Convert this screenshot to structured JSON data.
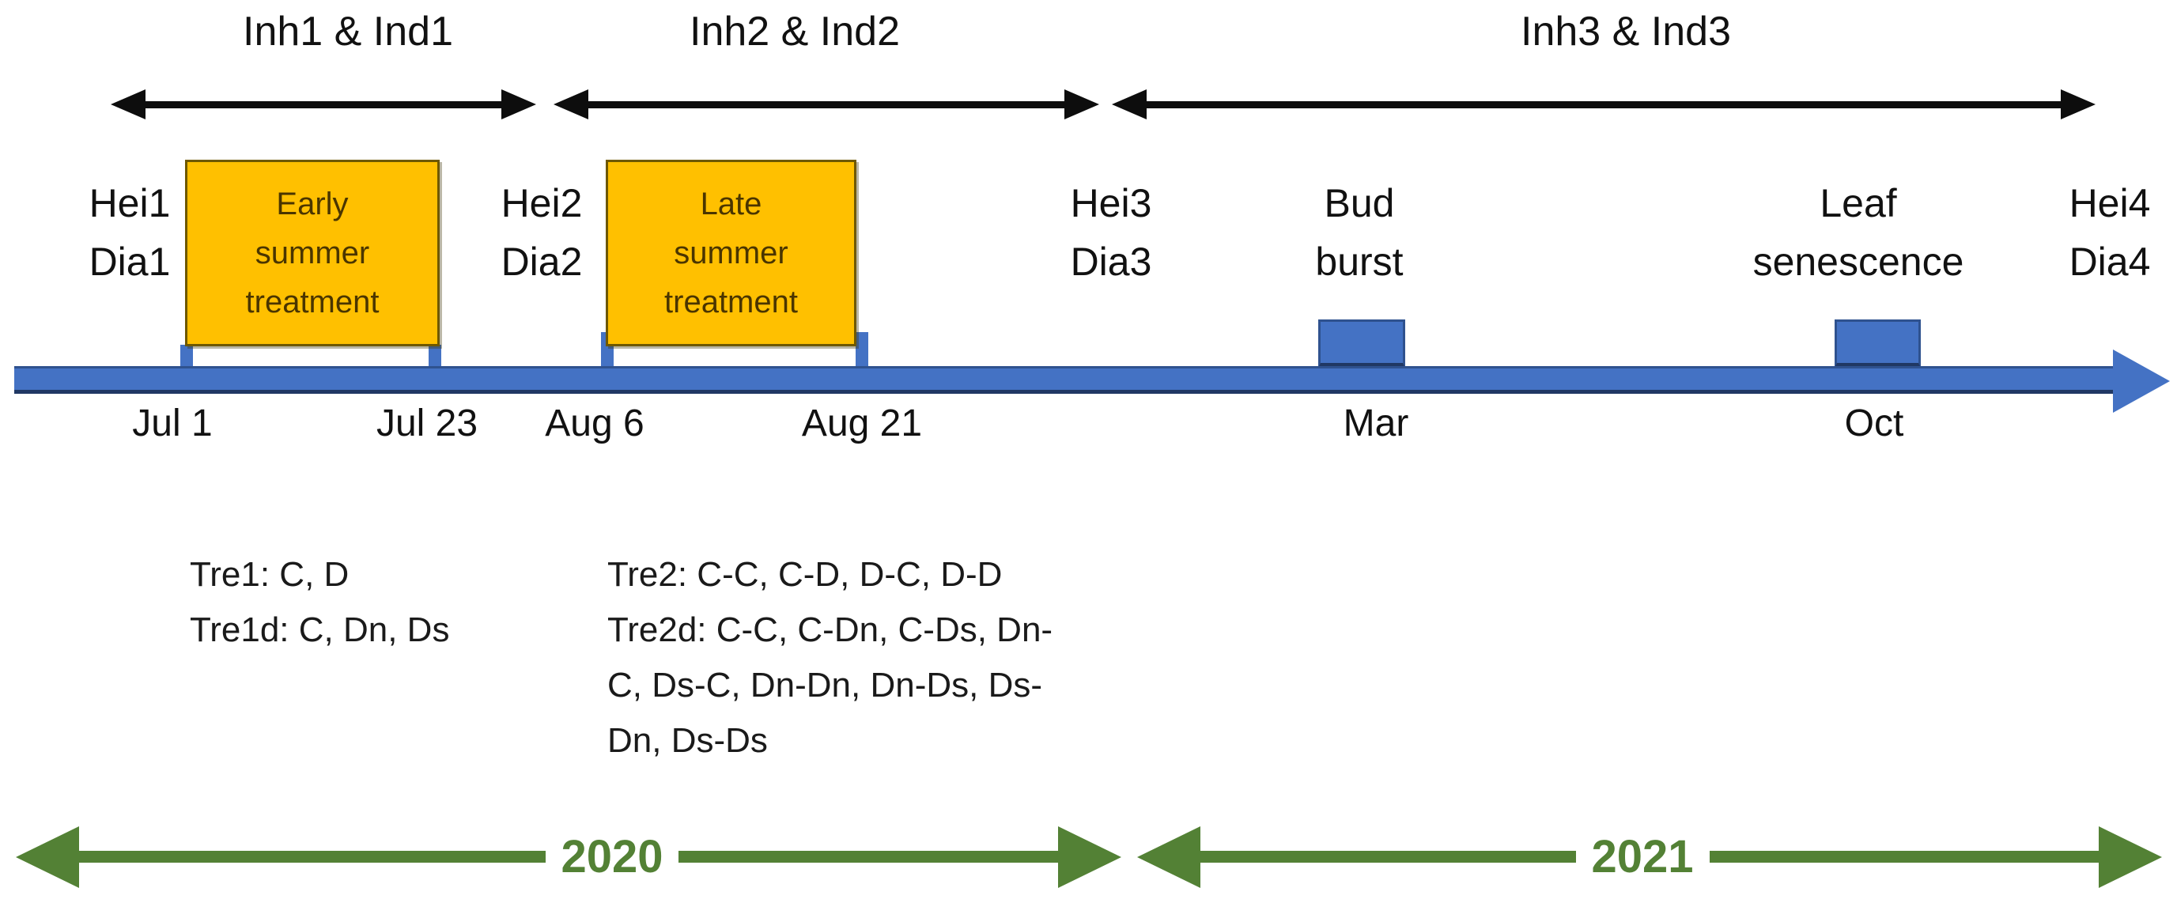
{
  "periods": [
    {
      "label": "Inh1 & Ind1"
    },
    {
      "label": "Inh2 & Ind2"
    },
    {
      "label": "Inh3 & Ind3"
    }
  ],
  "measurement_points": [
    {
      "line1": "Hei1",
      "line2": "Dia1"
    },
    {
      "line1": "Hei2",
      "line2": "Dia2"
    },
    {
      "line1": "Hei3",
      "line2": "Dia3"
    },
    {
      "line1": "Hei4",
      "line2": "Dia4"
    }
  ],
  "treatment_boxes": [
    {
      "line1": "Early",
      "line2": "summer",
      "line3": "treatment"
    },
    {
      "line1": "Late",
      "line2": "summer",
      "line3": "treatment"
    }
  ],
  "events": [
    {
      "line1": "Bud",
      "line2": "burst"
    },
    {
      "line1": "Leaf",
      "line2": "senescence"
    }
  ],
  "dates": [
    "Jul 1",
    "Jul 23",
    "Aug 6",
    "Aug 21",
    "Mar",
    "Oct"
  ],
  "treatment_codes_block1": [
    "Tre1: C, D",
    "Tre1d: C, Dn, Ds"
  ],
  "treatment_codes_block2": [
    "Tre2: C-C, C-D, D-C, D-D",
    "Tre2d: C-C, C-Dn, C-Ds, Dn-",
    "C, Ds-C, Dn-Dn, Dn-Ds, Ds-",
    "Dn, Ds-Ds"
  ],
  "years": [
    "2020",
    "2021"
  ],
  "colors": {
    "timeline_blue": "#4472c4",
    "timeline_blue_border": "#2f528f",
    "timeline_blue_dark": "#203864",
    "treatment_orange": "#ffc000",
    "treatment_orange_border": "#6e5800",
    "treatment_text_brown": "#4a3500",
    "year_green": "#538135",
    "arrow_black": "#0d0d0d"
  }
}
